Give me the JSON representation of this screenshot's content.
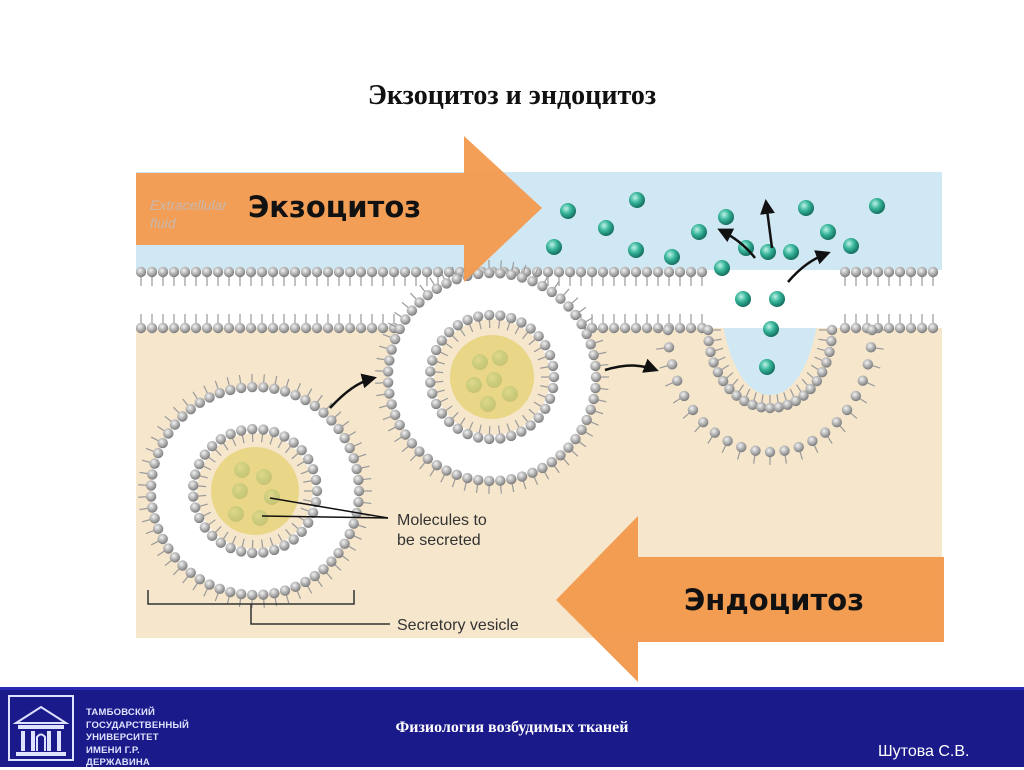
{
  "slide": {
    "title": "Экзоцитоз и эндоцитоз"
  },
  "diagram": {
    "exocytosis_label": "Экзоцитоз",
    "endocytosis_label": "Эндоцитоз",
    "extracellular_fluid_line1": "Extracellular",
    "extracellular_fluid_line2": "fluid",
    "molecules_line1": "Molecules to",
    "molecules_line2": "be secreted",
    "secretory_vesicle": "Secretory vesicle"
  },
  "footer": {
    "logo_lines": [
      "ТАМБОВСКИЙ",
      "ГОСУДАРСТВЕННЫЙ",
      "УНИВЕРСИТЕТ",
      "ИМЕНИ Г.Р. ДЕРЖАВИНА"
    ],
    "course": "Физиология возбудимых тканей",
    "author": "Шутова С.В."
  },
  "colors": {
    "cytoplasm": "#f5e6cc",
    "extracellular": "#cfe8f5",
    "arrow": "#f39a4e",
    "molecule": "#2aa38a",
    "footer": "#1a1a8a"
  }
}
